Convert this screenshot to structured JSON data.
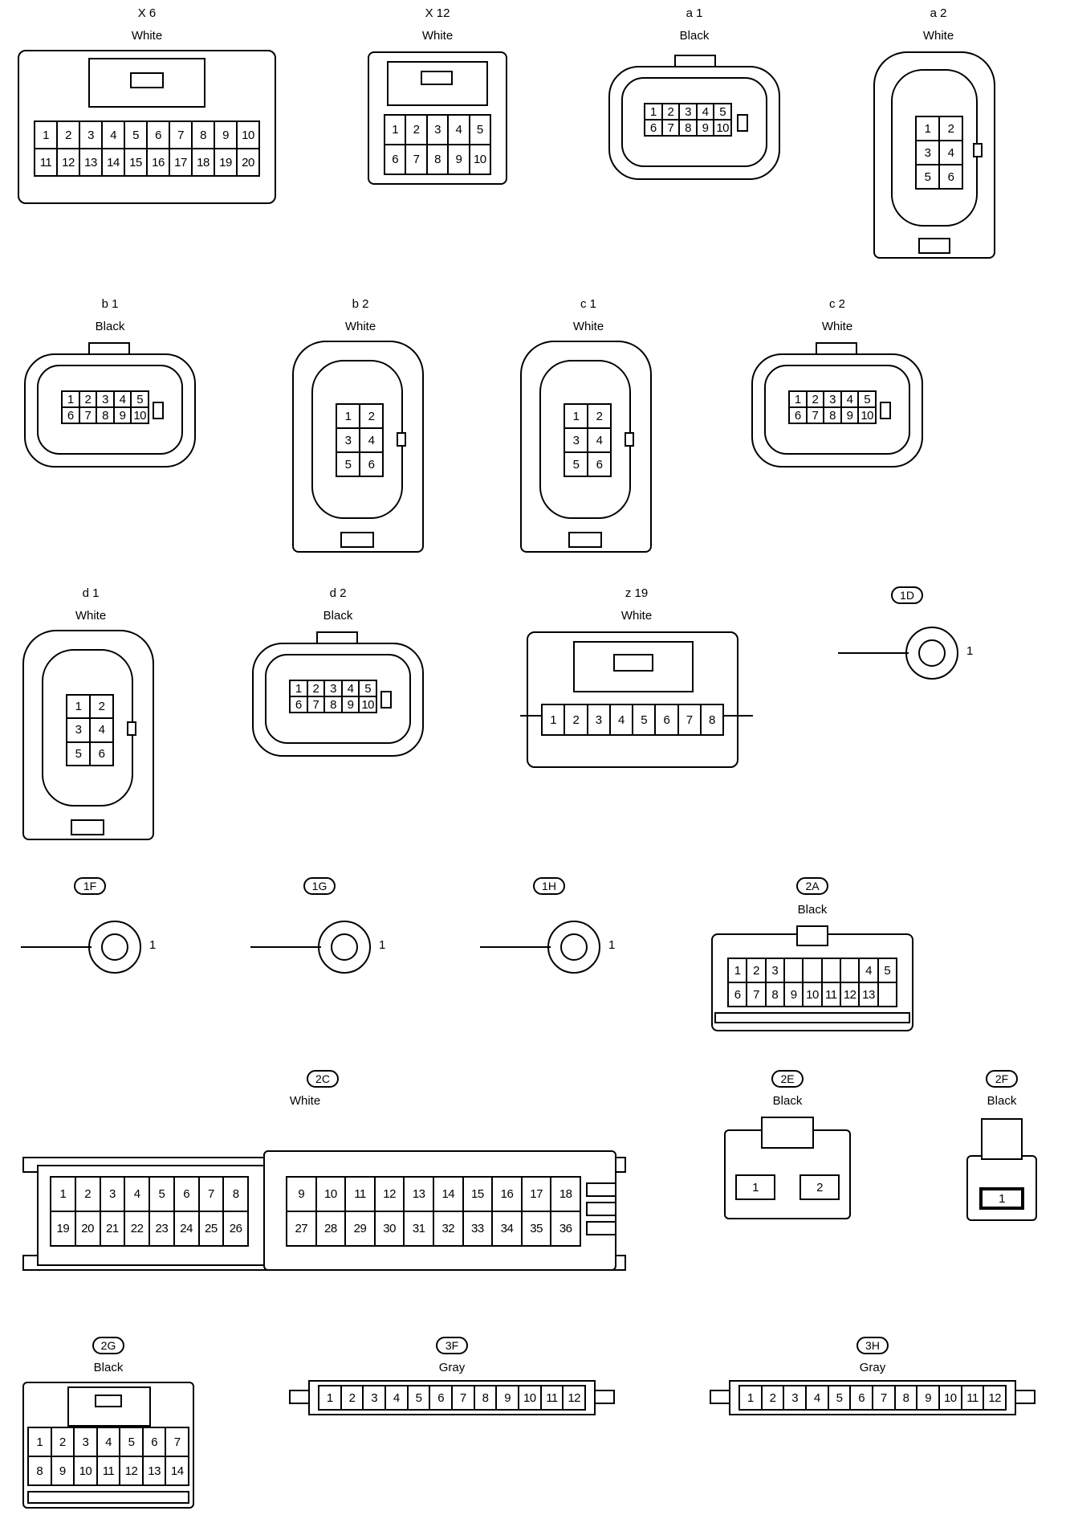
{
  "connectors": {
    "X6": {
      "code": "X 6",
      "color": "White",
      "rows": [
        [
          "1",
          "2",
          "3",
          "4",
          "5",
          "6",
          "7",
          "8",
          "9",
          "10"
        ],
        [
          "11",
          "12",
          "13",
          "14",
          "15",
          "16",
          "17",
          "18",
          "19",
          "20"
        ]
      ]
    },
    "X12": {
      "code": "X 12",
      "color": "White",
      "rows": [
        [
          "1",
          "2",
          "3",
          "4",
          "5"
        ],
        [
          "6",
          "7",
          "8",
          "9",
          "10"
        ]
      ]
    },
    "a1": {
      "code": "a 1",
      "color": "Black",
      "rows": [
        [
          "1",
          "2",
          "3",
          "4",
          "5"
        ],
        [
          "6",
          "7",
          "8",
          "9",
          "10"
        ]
      ]
    },
    "a2": {
      "code": "a 2",
      "color": "White",
      "rows": [
        [
          "1",
          "2"
        ],
        [
          "3",
          "4"
        ],
        [
          "5",
          "6"
        ]
      ]
    },
    "b1": {
      "code": "b 1",
      "color": "Black",
      "rows": [
        [
          "1",
          "2",
          "3",
          "4",
          "5"
        ],
        [
          "6",
          "7",
          "8",
          "9",
          "10"
        ]
      ]
    },
    "b2": {
      "code": "b 2",
      "color": "White",
      "rows": [
        [
          "1",
          "2"
        ],
        [
          "3",
          "4"
        ],
        [
          "5",
          "6"
        ]
      ]
    },
    "c1": {
      "code": "c 1",
      "color": "White",
      "rows": [
        [
          "1",
          "2"
        ],
        [
          "3",
          "4"
        ],
        [
          "5",
          "6"
        ]
      ]
    },
    "c2": {
      "code": "c 2",
      "color": "White",
      "rows": [
        [
          "1",
          "2",
          "3",
          "4",
          "5"
        ],
        [
          "6",
          "7",
          "8",
          "9",
          "10"
        ]
      ]
    },
    "d1": {
      "code": "d 1",
      "color": "White",
      "rows": [
        [
          "1",
          "2"
        ],
        [
          "3",
          "4"
        ],
        [
          "5",
          "6"
        ]
      ]
    },
    "d2": {
      "code": "d 2",
      "color": "Black",
      "rows": [
        [
          "1",
          "2",
          "3",
          "4",
          "5"
        ],
        [
          "6",
          "7",
          "8",
          "9",
          "10"
        ]
      ]
    },
    "z19": {
      "code": "z 19",
      "color": "White",
      "rows": [
        [
          "1",
          "2",
          "3",
          "4",
          "5",
          "6",
          "7",
          "8"
        ]
      ]
    },
    "2A": {
      "code": "2A",
      "color": "Black",
      "rows": [
        [
          "1",
          "2",
          "3",
          "",
          "",
          "",
          "",
          "4",
          "5"
        ],
        [
          "6",
          "7",
          "8",
          "9",
          "10",
          "11",
          "12",
          "13"
        ]
      ]
    },
    "2C": {
      "code": "2C",
      "color": "White",
      "left_top": [
        "1",
        "2",
        "3",
        "4",
        "5",
        "6",
        "7",
        "8"
      ],
      "left_bottom": [
        "19",
        "20",
        "21",
        "22",
        "23",
        "24",
        "25",
        "26"
      ],
      "right_top": [
        "9",
        "10",
        "11",
        "12",
        "13",
        "14",
        "15",
        "16",
        "17",
        "18"
      ],
      "right_bottom": [
        "27",
        "28",
        "29",
        "30",
        "31",
        "32",
        "33",
        "34",
        "35",
        "36"
      ]
    },
    "2E": {
      "code": "2E",
      "color": "Black",
      "rows": [
        [
          "1",
          "2"
        ]
      ]
    },
    "2F": {
      "code": "2F",
      "color": "Black",
      "rows": [
        [
          "1"
        ]
      ]
    },
    "2G": {
      "code": "2G",
      "color": "Black",
      "rows": [
        [
          "1",
          "2",
          "3",
          "4",
          "5",
          "6",
          "7"
        ],
        [
          "8",
          "9",
          "10",
          "11",
          "12",
          "13",
          "14"
        ]
      ]
    },
    "3F": {
      "code": "3F",
      "color": "Gray",
      "rows": [
        [
          "1",
          "2",
          "3",
          "4",
          "5",
          "6",
          "7",
          "8",
          "9",
          "10",
          "11",
          "12"
        ]
      ]
    },
    "3H": {
      "code": "3H",
      "color": "Gray",
      "rows": [
        [
          "1",
          "2",
          "3",
          "4",
          "5",
          "6",
          "7",
          "8",
          "9",
          "10",
          "11",
          "12"
        ]
      ]
    }
  },
  "terminals": {
    "1D": {
      "code": "1D",
      "pin": "1"
    },
    "1F": {
      "code": "1F",
      "pin": "1"
    },
    "1G": {
      "code": "1G",
      "pin": "1"
    },
    "1H": {
      "code": "1H",
      "pin": "1"
    }
  }
}
